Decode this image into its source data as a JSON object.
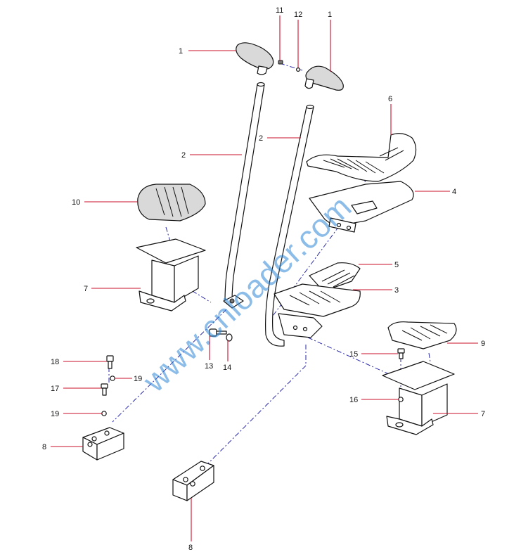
{
  "callouts": [
    "1",
    "1",
    "11",
    "12",
    "2",
    "2",
    "6",
    "4",
    "10",
    "5",
    "3",
    "7",
    "9",
    "13",
    "14",
    "15",
    "18",
    "19",
    "17",
    "19",
    "16",
    "7",
    "8",
    "8"
  ],
  "watermark": "www.cnloader.com"
}
